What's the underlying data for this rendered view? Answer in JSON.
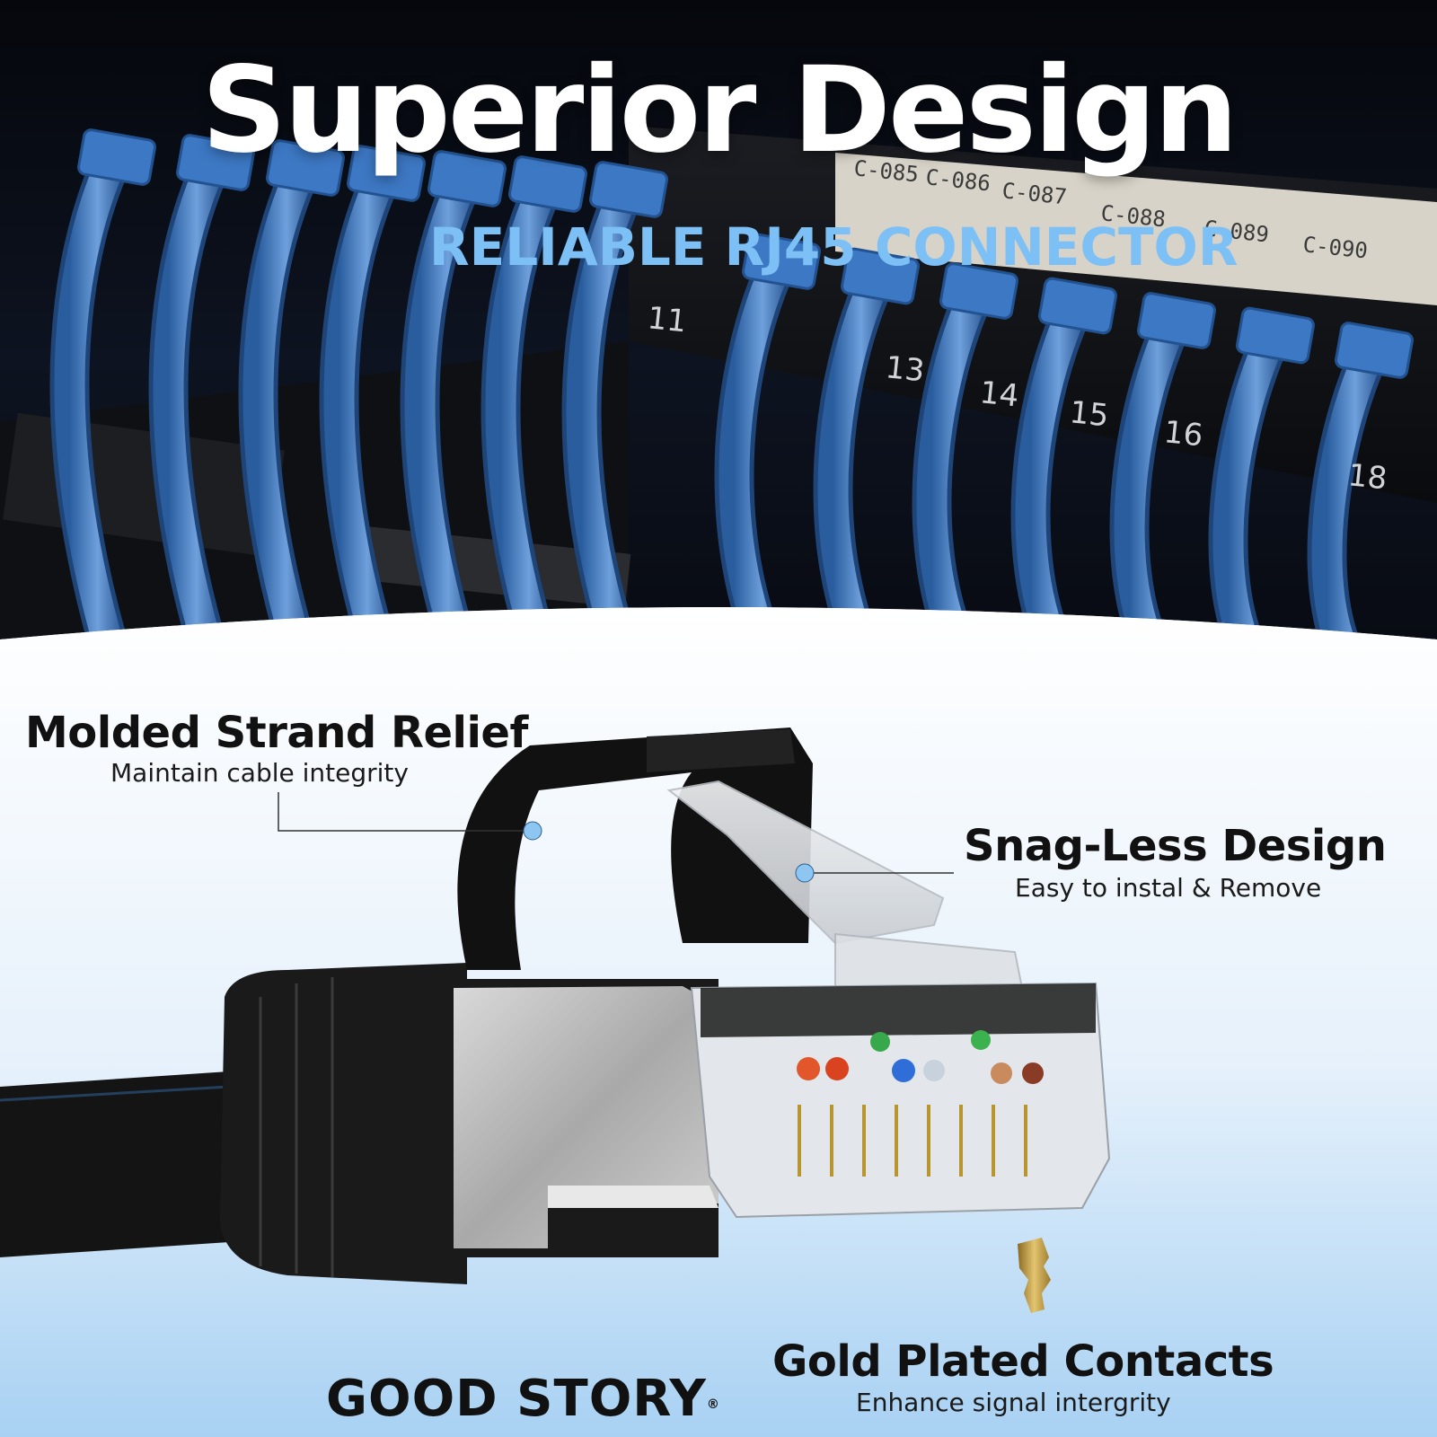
{
  "headline": {
    "title": "Superior Design",
    "subtitle": "RELIABLE RJ45 CONNECTOR"
  },
  "patch_panel": {
    "labels": [
      "C-085",
      "C-086",
      "C-087",
      "C-088",
      "C-089",
      "C-090"
    ],
    "port_numbers": [
      "11",
      "13",
      "14",
      "15",
      "16",
      "18"
    ]
  },
  "callouts": {
    "strand_relief": {
      "title": "Molded Strand Relief",
      "subtitle": "Maintain cable integrity"
    },
    "snag_less": {
      "title": "Snag-Less Design",
      "subtitle": "Easy to instal & Remove"
    },
    "gold_contacts": {
      "title": "Gold Plated Contacts",
      "subtitle": "Enhance signal intergrity"
    }
  },
  "brand": {
    "name": "GOOD STORY",
    "mark": "®"
  },
  "colors": {
    "accent_blue": "#7cc0f5",
    "cable_blue": "#3d78c4",
    "marker_dot": "#8ec6f2",
    "gold": "#c9a44a"
  }
}
